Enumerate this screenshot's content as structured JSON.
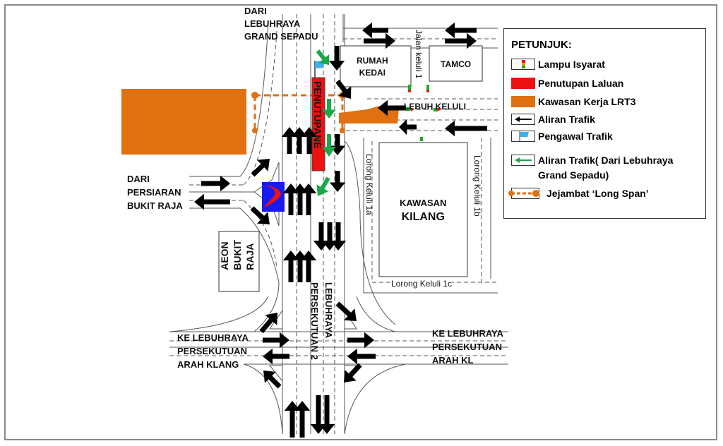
{
  "map": {
    "labels": {
      "from_grand_sepadu": [
        "DARI",
        "LEBUHRAYA",
        "GRAND SEPADU"
      ],
      "from_persiaran_bukit_raja": [
        "DARI",
        "PERSIARAN",
        "BUKIT RAJA"
      ],
      "to_federal_klang": [
        "KE LEBUHRAYA",
        "PERSEKUTUAN",
        "ARAH KLANG"
      ],
      "to_federal_kl": [
        "KE LEBUHRAYA",
        "PERSEKUTUAN",
        "ARAH KL"
      ],
      "lebuhraya": "LEBUHRAYA",
      "persekutuan_2": "PERSEKUTUAN 2",
      "road_closure_text": "PENUTUPANE",
      "jalan_keluli_1": "Jalan keluli 1",
      "lebuh_keluli": "LEBUH KELULI",
      "lorong_keluli_1a": "Lorong Keluli 1a",
      "lorong_keluli_1b": "Lorong Keluli 1b",
      "lorong_keluli_1c": "Lorong Keluli 1c"
    },
    "buildings": {
      "rumah_kedai": [
        "RUMAH",
        "KEDAI"
      ],
      "tamco": "TAMCO",
      "kawasan_kilang": [
        "KAWASAN",
        "KILANG"
      ],
      "aeon": [
        "AEON",
        "BUKIT",
        "RAJA"
      ]
    },
    "colors": {
      "closure_red": "#ee1111",
      "lrt3_orange": "#e07010",
      "green_flow": "#1aa84a",
      "marshal_blue": "#3fb0ee",
      "petronas_blue": "#1a1aee",
      "arrow_black": "#000000",
      "road_line": "#555555"
    }
  },
  "legend": {
    "title": "PETUNJUK:",
    "items": [
      {
        "icon": "traffic-light-icon",
        "label": "Lampu Isyarat"
      },
      {
        "icon": "road-closure-swatch",
        "label": "Penutupan Laluan"
      },
      {
        "icon": "lrt3-work-zone-swatch",
        "label": "Kawasan Kerja LRT3"
      },
      {
        "icon": "black-arrow-icon",
        "label": "Aliran Trafik"
      },
      {
        "icon": "flag-icon",
        "label": "Pengawal Trafik"
      },
      {
        "icon": "green-arrow-icon",
        "label": "Aliran Trafik( Dari Lebuhraya"
      },
      {
        "icon": "",
        "label": "Grand Sepadu)"
      },
      {
        "icon": "long-span-bridge-icon",
        "label": "Jejambat ‘Long Span’"
      }
    ]
  }
}
